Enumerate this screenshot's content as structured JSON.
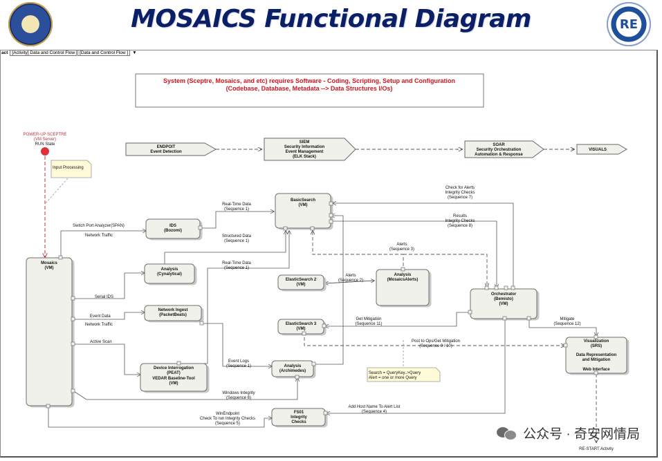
{
  "page_title": "MOSAICS Functional Diagram",
  "tab_bar": {
    "kind": "act",
    "tabs": [
      "[Activity] Data and Control Flow",
      "[Data and Control Flow ]"
    ],
    "dropdown": "▼"
  },
  "requirement": {
    "line1": "System (Sceptre, Mosaics, and etc) requires Software - Coding, Scripting, Setup and Configuration",
    "line2": "(Codebase,  Database, Metadata --> Data Structures I/Os)"
  },
  "power_up": {
    "line1": "POWER-UP SCEPTRE",
    "line2": "(VM Server)",
    "line3": "RUN State"
  },
  "note_input": "Input Processing",
  "note_search": {
    "line1": "Search = QueryKey..>Query",
    "line2": "Alert = one or more Query"
  },
  "pipeline": {
    "endpoint": [
      "ENDPOIT",
      "Event Detection"
    ],
    "siem": [
      "SIEM",
      "Security Information",
      "Event Management",
      "(ELK Stack)"
    ],
    "soar": [
      "SOAR",
      "Security Orchestration",
      "Automation & Response"
    ],
    "visuals": [
      "VISUALS"
    ]
  },
  "nodes": {
    "mosaics": [
      "Mosaics",
      "(VM)"
    ],
    "ids": [
      "IDS",
      "(Bozomi)"
    ],
    "analysis_cyn": [
      "Analysis",
      "(Cynalytical)"
    ],
    "network_ingest": [
      "Network Ingest",
      "(PacketBeats)"
    ],
    "device": [
      "Device Interrogation",
      "(PEAT)",
      "VEDAR Baseline-Tool",
      "(VM)"
    ],
    "basicsearch": [
      "BasicSearch",
      "(VM)"
    ],
    "es2": [
      "ElasticSearch 2",
      "(VM)"
    ],
    "es3": [
      "ElasticSearch 3",
      "(VM)"
    ],
    "analysis_arch": [
      "Analysis",
      "(Archimedes)"
    ],
    "fs01": [
      "FS01",
      "Integrity",
      "Checks"
    ],
    "analysis_mos": [
      "Analysis",
      "(MosaicsAlerts)"
    ],
    "orchestrator": [
      "Orchestrator",
      "(Bemisto)",
      "(VM)"
    ],
    "visualization": [
      "Visualization",
      "(SRS)",
      "Data Representation",
      "and Mitigation",
      "",
      "Web Interface"
    ]
  },
  "edges": {
    "switch_port": "Switch Port Analyzer(SPAN)",
    "network_traffic_1": "Network Traffic",
    "serial_ids": "Serial IDS",
    "event_data": "Event Data",
    "network_traffic_2": "Network Traffic",
    "active_scan": "Active Scan",
    "realtime_1": [
      "Real-Time Data",
      "(Sequence 1)"
    ],
    "structured": [
      "Structured Data",
      "(Sequence 1)"
    ],
    "realtime_2": [
      "Real-Time Data",
      "(Sequence 1)"
    ],
    "event_logs": [
      "Event Logs",
      "(Sequence 1)"
    ],
    "windows_integrity": [
      "Windows Integrity",
      "(Sequence 6)"
    ],
    "winendpoint": [
      "WinEndpoint",
      "Check To run Integrity Checks",
      "(Sequence 5)"
    ],
    "alerts_2": [
      "Alerts",
      "(Sequence 2)"
    ],
    "alerts_3": [
      "Alerts",
      "(Sequence 3)"
    ],
    "check_alerts": [
      "Check for Alerts",
      "Integrity Checks",
      "(Sequence 7)"
    ],
    "results": [
      "Results",
      "Integrity Checks",
      "(Sequence 8)"
    ],
    "get_mitigation": [
      "Get Mitigation",
      "(Sequence 11)"
    ],
    "post_to_ops": [
      "Post to Ops/Get Mitigation",
      "(Sequence 9 / 10)"
    ],
    "mitigate": [
      "Mitigate",
      "(Sequence 12)"
    ],
    "add_host": [
      "Add Host Name To Alert List",
      "(Sequence 4)"
    ],
    "restart": "RE-START Activity"
  },
  "watermark": "公众号 · 奇安网情局",
  "icons": {
    "logo_left": "department-of-defense-seal",
    "logo_right": "re-logo",
    "watermark": "wechat-icon"
  },
  "colors": {
    "title": "#0b1f66",
    "requirement_text": "#d0161f",
    "start_node": "#e0303a",
    "node_fill": "#f1f1eb"
  }
}
